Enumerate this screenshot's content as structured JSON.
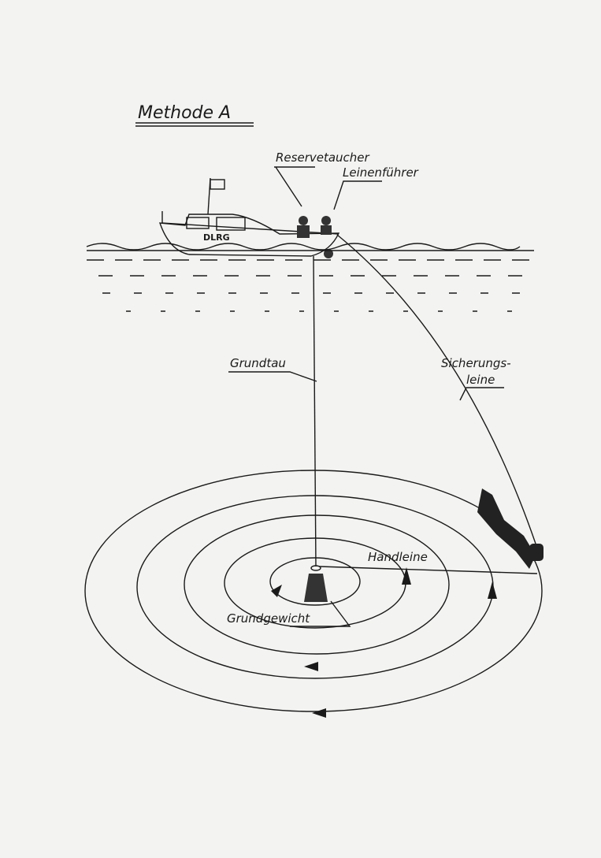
{
  "title": "Methode A",
  "boat": {
    "hull_text": "DLRG"
  },
  "labels": {
    "reservetaucher": "Reservetaucher",
    "leinenfuehrer": "Leinenführer",
    "grundtau": "Grundtau",
    "sicherungsleine_1": "Sicherungs-",
    "sicherungsleine_2": "leine",
    "handleine": "Handleine",
    "grundgewicht": "Grundgewicht"
  },
  "colors": {
    "paper": "#f3f3f1",
    "ink": "#1a1a1a"
  }
}
